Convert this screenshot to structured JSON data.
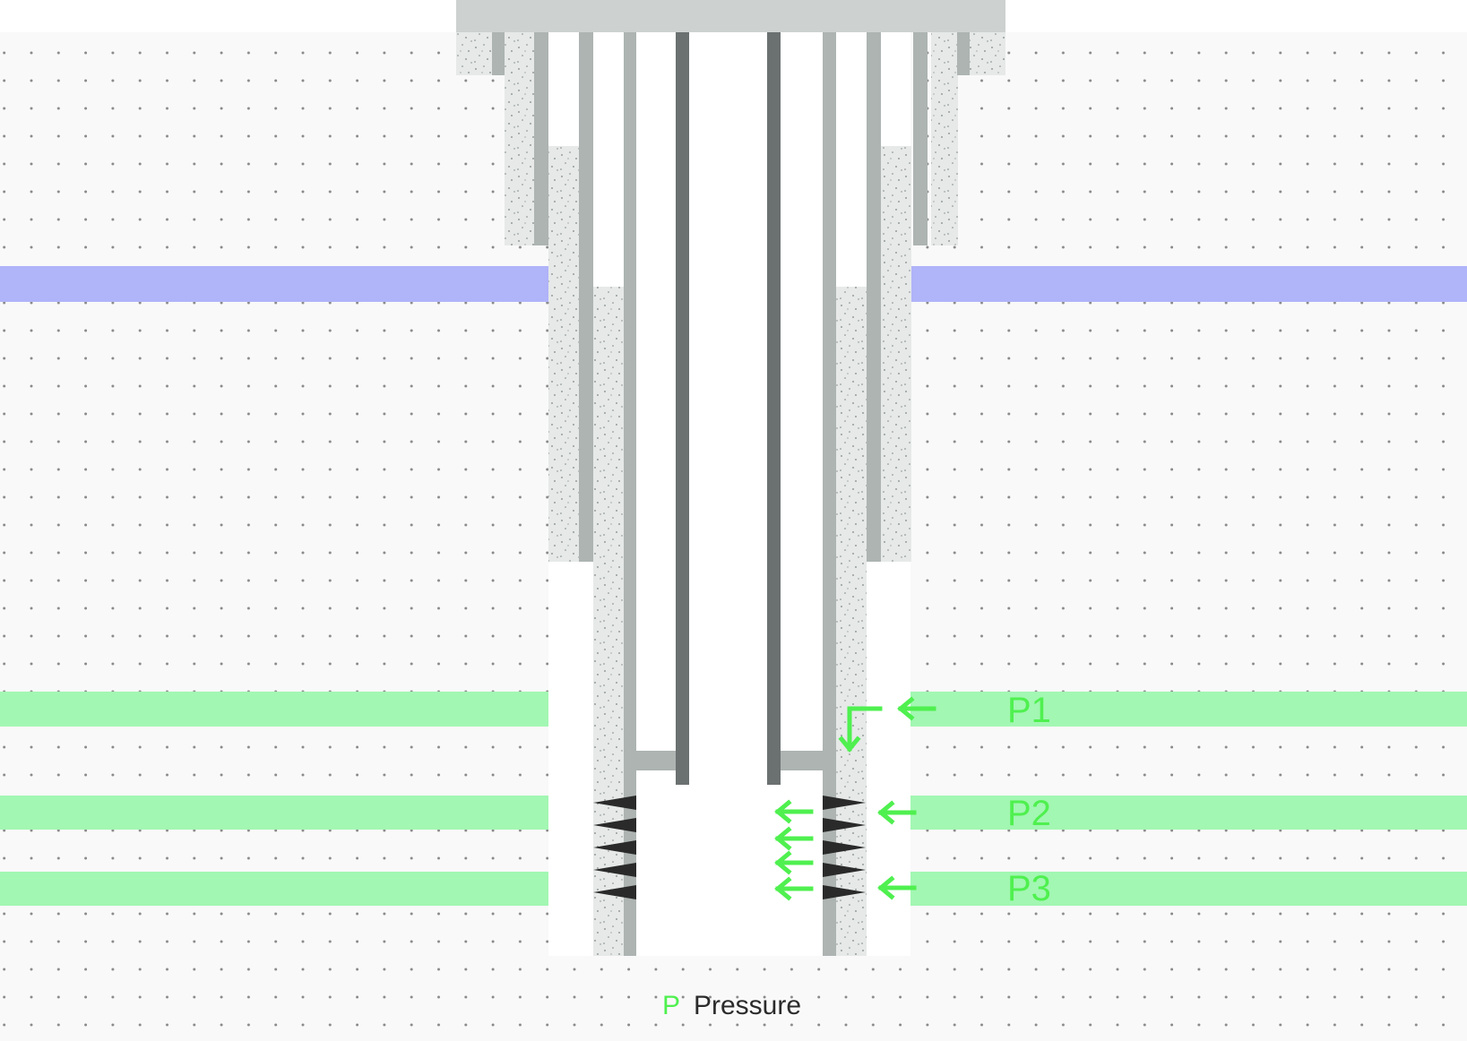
{
  "zones": [
    {
      "id": "p1",
      "label": "P1"
    },
    {
      "id": "p2",
      "label": "P2"
    },
    {
      "id": "p3",
      "label": "P3"
    }
  ],
  "legend": {
    "symbol": "P",
    "text": "Pressure"
  },
  "colors": {
    "ground": "#f9f9f9",
    "ground_dots": "#8a8a8a",
    "cap": "#cdd2d0",
    "cement": "#e6e9e8",
    "casing": "#adb4b2",
    "tubing": "#6b7070",
    "aquifer": "#b0b4f8",
    "pressure_zone": "#a2f7b2",
    "arrow": "#4ff04f",
    "perforation": "#2a2a2a",
    "text": "#2b2b2b"
  }
}
